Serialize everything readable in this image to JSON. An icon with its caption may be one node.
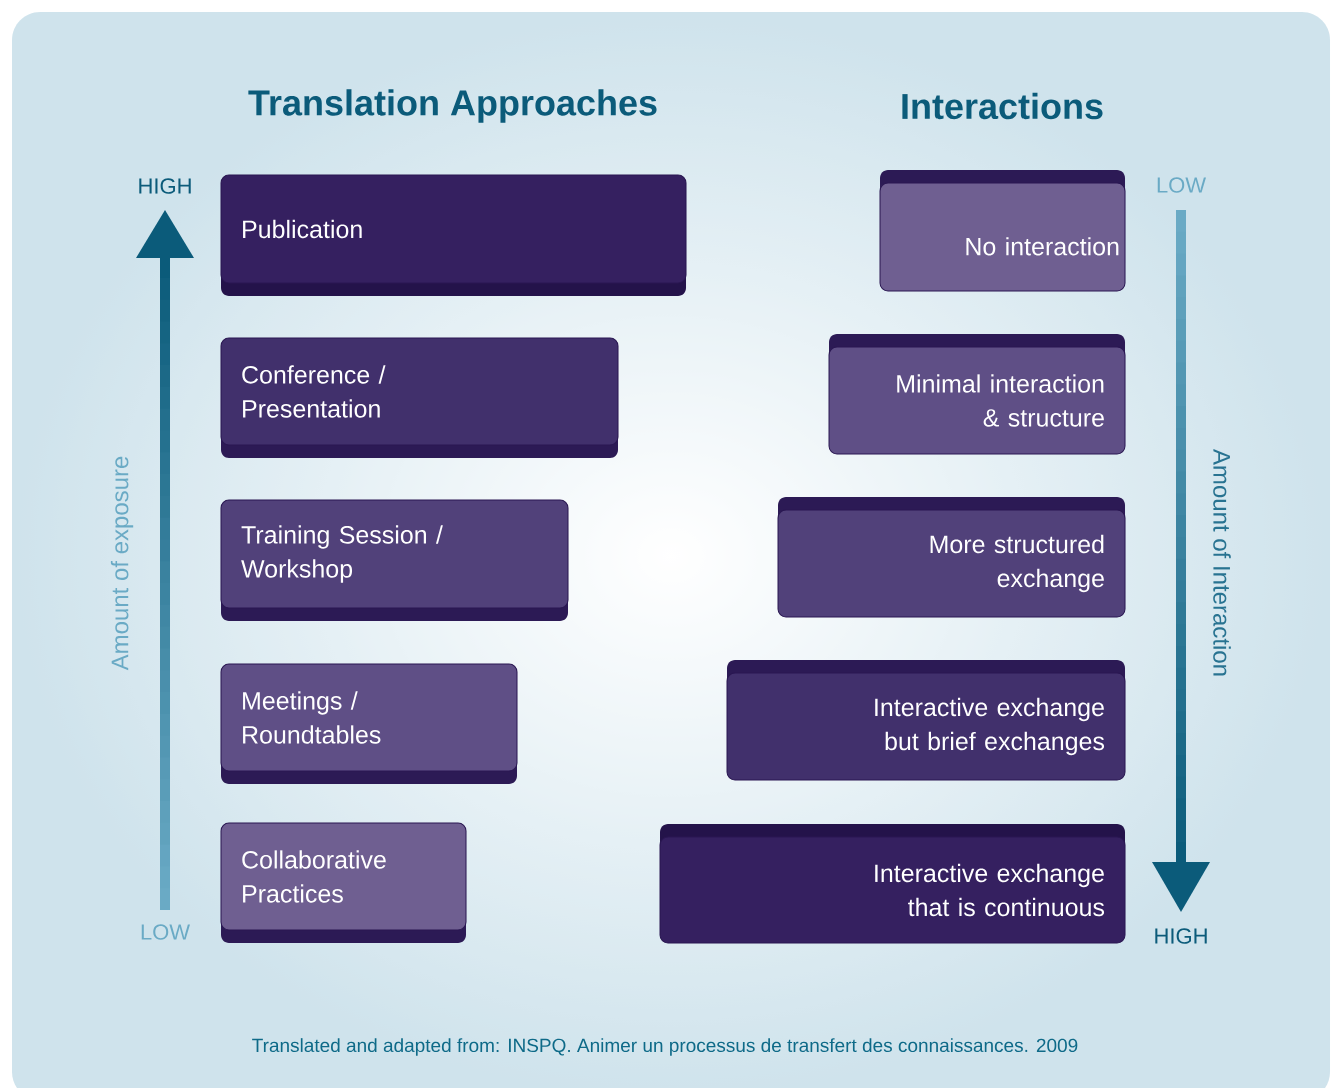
{
  "diagram": {
    "caption": "Translated and adapted from: INSPQ. Animer un processus de transfert des connaissances. 2009",
    "nodes": [
      {
        "text": [
          "Publication"
        ]
      },
      {
        "text": [
          "Conference / Presentation"
        ]
      },
      {
        "text": [
          "Training Session / Workshop"
        ]
      },
      {
        "text": [
          "Meetings / Roundtables"
        ]
      },
      {
        "text": [
          "Collaborative Practices"
        ]
      },
      {
        "text": [
          "No interaction"
        ]
      },
      {
        "text": [
          "Minimal interaction & structure"
        ]
      },
      {
        "text": [
          "More structured exchange"
        ]
      },
      {
        "text": [
          "Interactive exchange but brief exchanges"
        ]
      },
      {
        "text": [
          "Interactive exchange that is continuous"
        ]
      }
    ],
    "labels": [
      "Translation Approaches",
      "Interactions",
      "HIGH",
      "LOW",
      "Amount of exposure",
      "LOW",
      "HIGH",
      "Amount of Interaction"
    ]
  }
}
